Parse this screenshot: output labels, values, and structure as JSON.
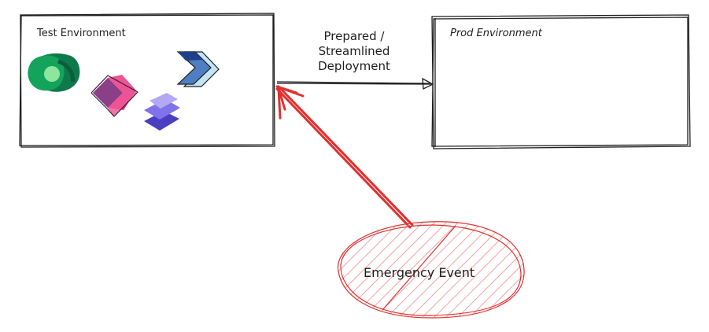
{
  "test_environment": {
    "title": "Test Environment",
    "icons": [
      "dataverse-icon",
      "power-apps-icon",
      "power-pages-icon",
      "power-automate-icon"
    ]
  },
  "prod_environment": {
    "title": "Prod Environment"
  },
  "deployment_arrow": {
    "label": "Prepared /\nStreamlined\nDeployment"
  },
  "emergency": {
    "label": "Emergency Event",
    "color": "#e03131"
  },
  "colors": {
    "stroke": "#1e1e1e",
    "emergency_red": "#e03131"
  }
}
